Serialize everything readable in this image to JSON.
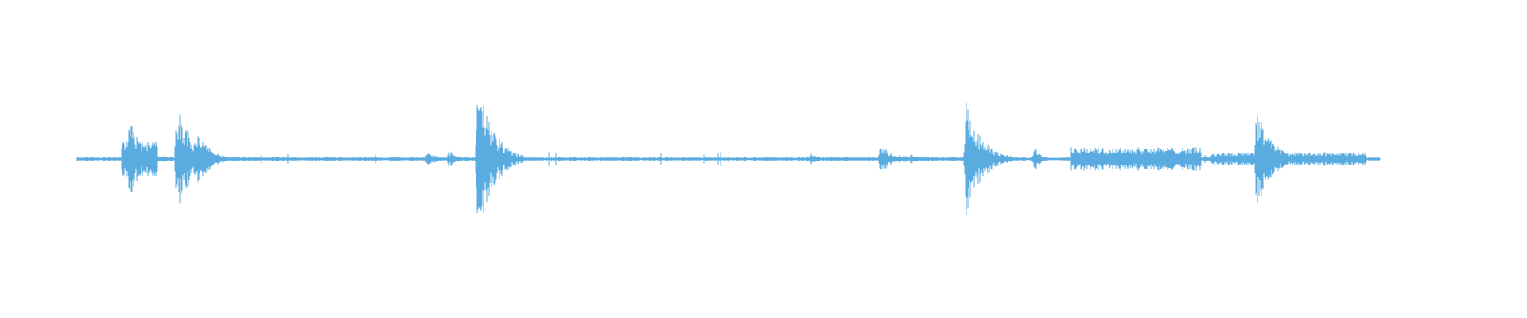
{
  "waveform": {
    "color": "#5aace0",
    "background": "#ffffff",
    "amplitude_scale": 1.0,
    "events": [
      {
        "t": 0.0,
        "amp": 0.012,
        "decay": 0.0,
        "kind": "noise-start"
      },
      {
        "t": 0.04,
        "amp": 0.55,
        "decay": 0.01,
        "kind": "transient"
      },
      {
        "t": 0.048,
        "amp": 0.22,
        "decay": 0.014,
        "kind": "cluster"
      },
      {
        "t": 0.076,
        "amp": 0.75,
        "decay": 0.012,
        "kind": "transient"
      },
      {
        "t": 0.092,
        "amp": 0.35,
        "decay": 0.01,
        "kind": "transient"
      },
      {
        "t": 0.268,
        "amp": 0.1,
        "decay": 0.008,
        "kind": "small"
      },
      {
        "t": 0.285,
        "amp": 0.12,
        "decay": 0.006,
        "kind": "small"
      },
      {
        "t": 0.307,
        "amp": 1.0,
        "decay": 0.012,
        "kind": "transient"
      },
      {
        "t": 0.563,
        "amp": 0.07,
        "decay": 0.006,
        "kind": "small"
      },
      {
        "t": 0.616,
        "amp": 0.18,
        "decay": 0.012,
        "kind": "transient"
      },
      {
        "t": 0.64,
        "amp": 0.06,
        "decay": 0.008,
        "kind": "small"
      },
      {
        "t": 0.682,
        "amp": 0.72,
        "decay": 0.012,
        "kind": "transient"
      },
      {
        "t": 0.735,
        "amp": 0.22,
        "decay": 0.004,
        "kind": "transient"
      },
      {
        "t": 0.813,
        "amp": 0.14,
        "decay": 0.05,
        "kind": "cluster"
      },
      {
        "t": 0.865,
        "amp": 0.06,
        "decay": 0.008,
        "kind": "small"
      },
      {
        "t": 0.905,
        "amp": 0.65,
        "decay": 0.012,
        "kind": "transient"
      },
      {
        "t": 0.93,
        "amp": 0.08,
        "decay": 0.06,
        "kind": "cluster"
      }
    ]
  }
}
